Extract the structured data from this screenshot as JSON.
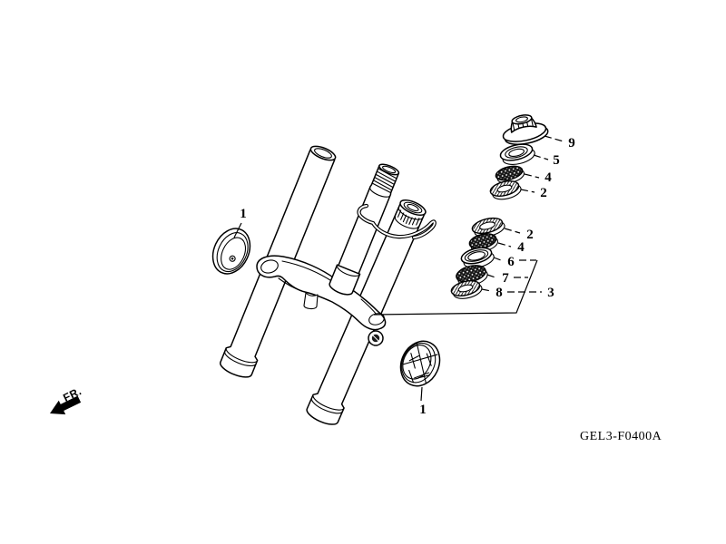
{
  "figure": {
    "drawing_code": "GEL3-F0400A",
    "front_marker": "FR.",
    "callouts": {
      "cap_top": "1",
      "cap_bottom": "1",
      "stem_nut": "9",
      "upper_seal": "5",
      "upper_bearing": "4",
      "upper_race": "2",
      "mid_race": "2",
      "mid_bearing": "4",
      "cone_race": "6",
      "lower_bearing": "7",
      "lower_seal": "8",
      "stem_assembly": "3"
    }
  }
}
